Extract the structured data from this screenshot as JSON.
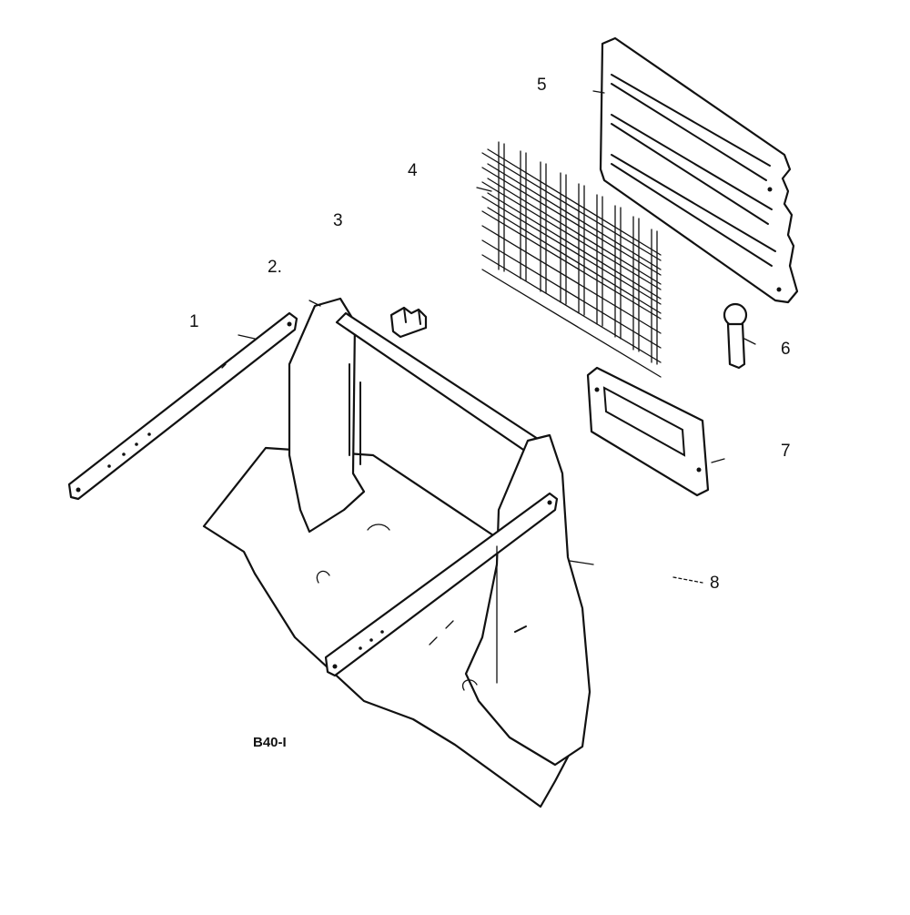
{
  "diagram": {
    "figure_code": "B40-I",
    "callouts": [
      {
        "id": "1",
        "label": "1"
      },
      {
        "id": "2",
        "label": "2."
      },
      {
        "id": "3",
        "label": "3"
      },
      {
        "id": "4",
        "label": "4"
      },
      {
        "id": "5",
        "label": "5"
      },
      {
        "id": "6",
        "label": "6"
      },
      {
        "id": "7",
        "label": "7"
      },
      {
        "id": "8",
        "label": "8"
      }
    ]
  }
}
